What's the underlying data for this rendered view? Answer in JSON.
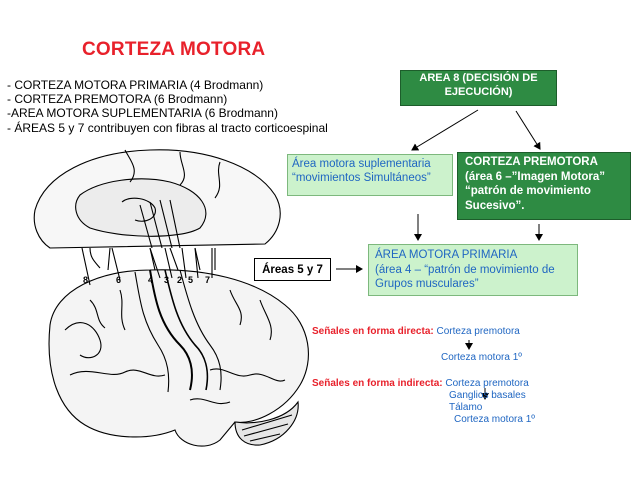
{
  "title": "CORTEZA MOTORA",
  "bullets": [
    "- CORTEZA MOTORA PRIMARIA (4 Brodmann)",
    "- CORTEZA PREMOTORA (6 Brodmann)",
    "-AREA MOTORA SUPLEMENTARIA (6 Brodmann)",
    "- ÁREAS 5 y 7 contribuyen con fibras al tracto corticoespinal"
  ],
  "boxes": {
    "area8": [
      "AREA 8 (DECISIÓN DE",
      "EJECUCIÓN)"
    ],
    "suplementaria": [
      "Área motora suplementaria",
      "“movimientos Simultáneos”"
    ],
    "premotora": [
      "CORTEZA PREMOTORA",
      "(área 6 –”Imagen Motora”",
      "“patrón de movimiento",
      "Sucesivo”."
    ],
    "areas57": "Áreas 5 y 7",
    "primaria": [
      "ÁREA MOTORA PRIMARIA",
      "(área 4 – “patrón de movimiento de",
      "Grupos musculares”"
    ]
  },
  "brain_labels": [
    "8",
    "6",
    "4",
    "3",
    "2",
    "5",
    "7"
  ],
  "signals": {
    "direct_label": "Señales en forma directa:",
    "direct_text": " Corteza premotora",
    "direct_target": "Corteza motora 1º",
    "indirect_label": "Señales en forma indirecta:",
    "indirect_text": " Corteza premotora",
    "indirect_steps": [
      "Ganglios basales",
      "Tálamo",
      "Corteza motora 1º"
    ]
  },
  "colors": {
    "title": "#e8212b",
    "dark_green_box": "#2e8b43",
    "light_green_box": "#ccf2cc",
    "blue_text": "#1f66c2"
  }
}
